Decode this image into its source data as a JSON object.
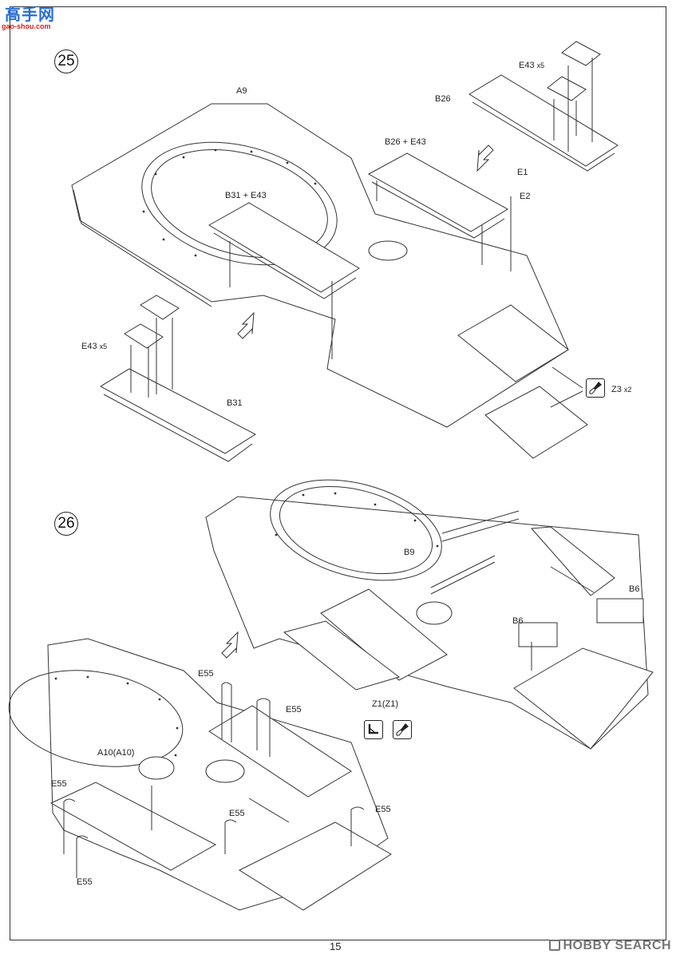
{
  "watermark_top": {
    "brand": "高手网",
    "url": "gao-shou.com"
  },
  "watermark_bottom": "HOBBY SEARCH",
  "page_number": "15",
  "step25": {
    "number": "25",
    "labels": {
      "a9": "A9",
      "e43_top": "E43",
      "e43_top_mult": "x5",
      "b26": "B26",
      "b26_e43": "B26 + E43",
      "e1": "E1",
      "e2": "E2",
      "b31_e43": "B31 + E43",
      "e43_left": "E43",
      "e43_left_mult": "x5",
      "b31": "B31",
      "z3": "Z3",
      "z3_mult": "x2"
    }
  },
  "step26": {
    "number": "26",
    "labels": {
      "b9": "B9",
      "b6_right": "B6",
      "b6_mid": "B6",
      "e55_1": "E55",
      "e55_2": "E55",
      "z1": "Z1(Z1)",
      "a10": "A10(A10)",
      "e55_3": "E55",
      "e55_4": "E55",
      "e55_5": "E55",
      "e55_6": "E55"
    }
  },
  "icons": [
    "cement-icon",
    "brush-icon"
  ]
}
